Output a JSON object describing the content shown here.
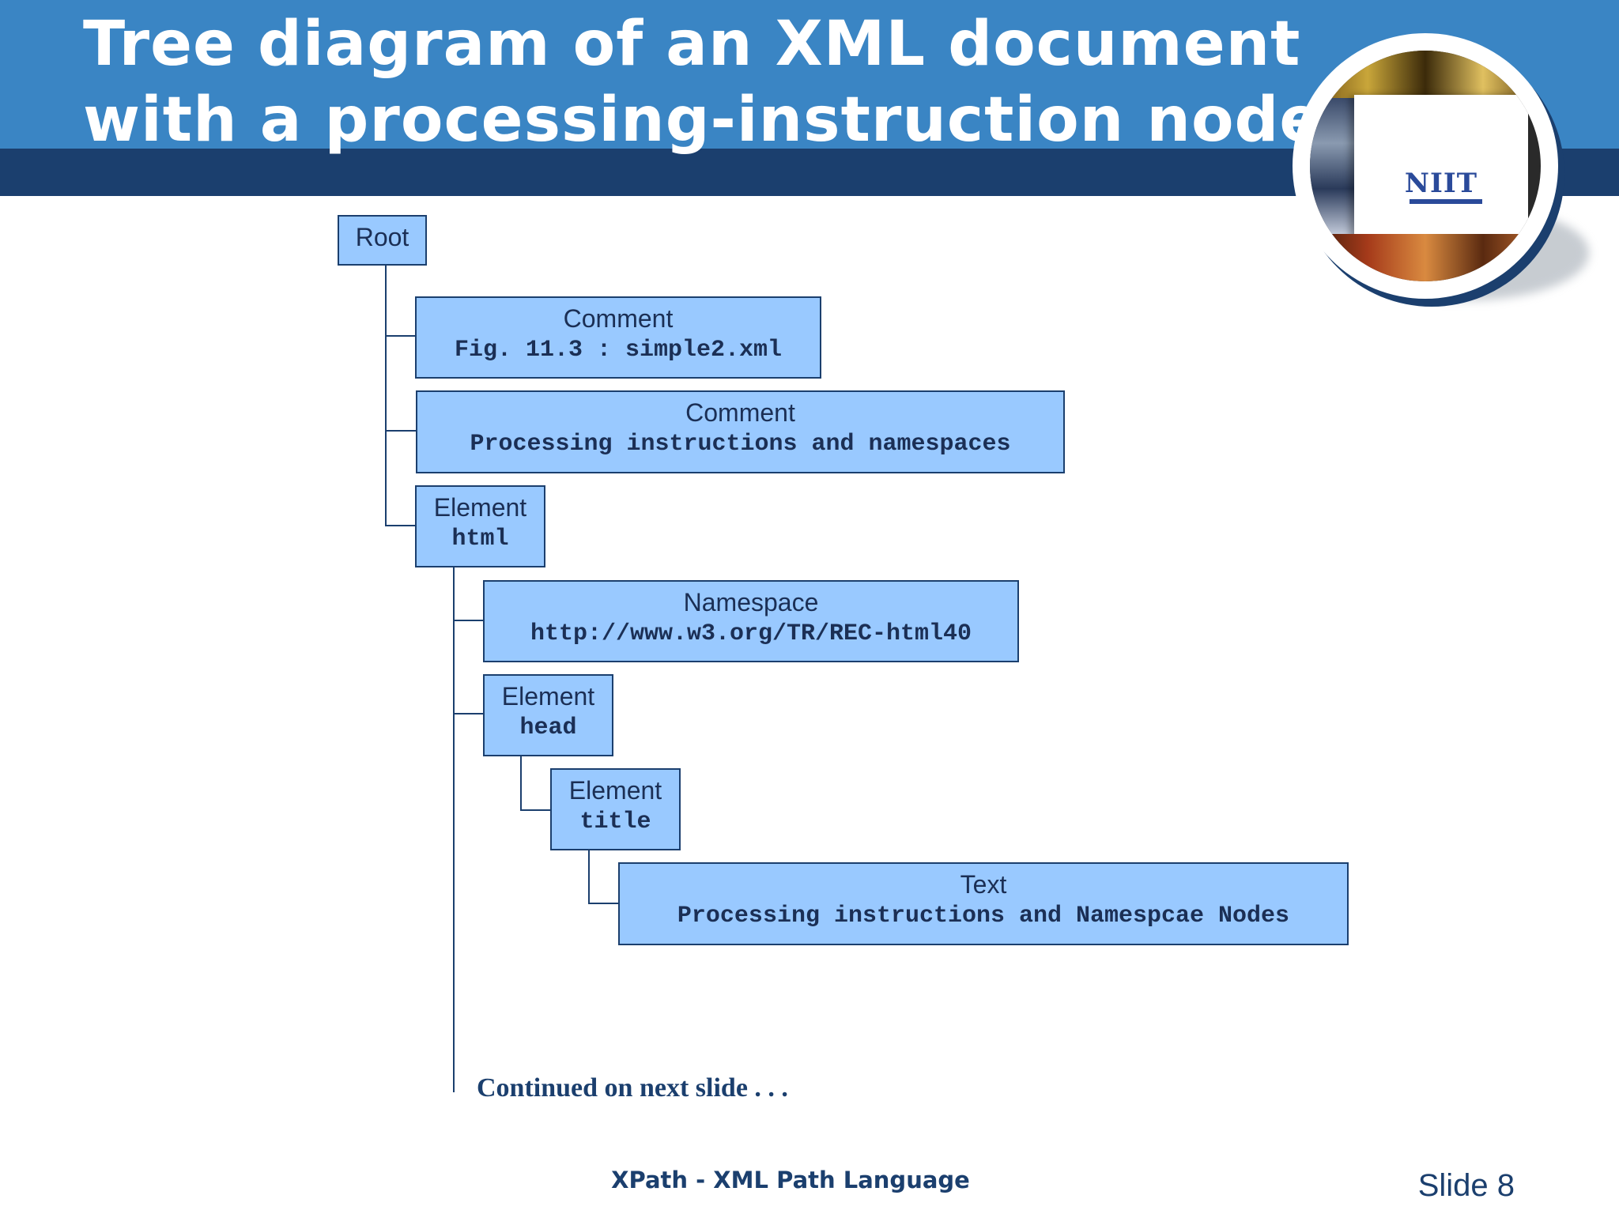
{
  "title": {
    "line1": "Tree diagram of an XML document",
    "line2": "with a processing-instruction node"
  },
  "logo": {
    "text": "NIIT"
  },
  "tree": {
    "root": {
      "type": "Root"
    },
    "comment1": {
      "type": "Comment",
      "value": "Fig. 11.3 : simple2.xml"
    },
    "comment2": {
      "type": "Comment",
      "value": "Processing instructions and namespaces"
    },
    "element_html": {
      "type": "Element",
      "value": "html"
    },
    "namespace": {
      "type": "Namespace",
      "value": "http://www.w3.org/TR/REC-html40"
    },
    "element_head": {
      "type": "Element",
      "value": "head"
    },
    "element_title": {
      "type": "Element",
      "value": "title"
    },
    "text": {
      "type": "Text",
      "value": "Processing instructions and Namespcae Nodes"
    }
  },
  "continued": "Continued on next slide . . .",
  "footer": "XPath - XML Path Language",
  "slide_number": "Slide 8"
}
